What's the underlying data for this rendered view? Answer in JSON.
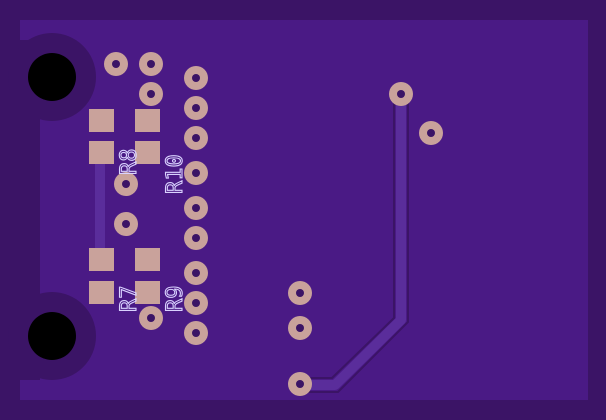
{
  "colors": {
    "board_outer": "#3b1466",
    "board_fill": "#4a1a85",
    "copper_trace": "#6b3fb0",
    "pad": "#c9a29b",
    "hole": "#000000",
    "silk": "#d9d2ff"
  },
  "designators": {
    "r7": "R7",
    "r8": "R8",
    "r9": "R9",
    "r10": "R10"
  },
  "component_count": 4
}
